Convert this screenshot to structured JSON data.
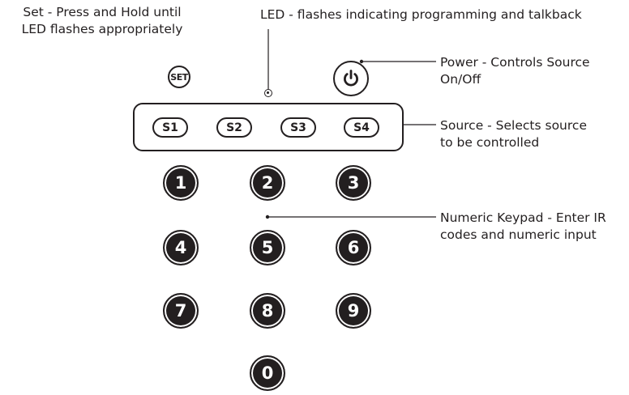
{
  "labels": {
    "set_line1": "Set - Press and Hold until",
    "set_line2": "LED flashes appropriately",
    "led": "LED - flashes indicating programming and talkback",
    "power_line1": "Power - Controls Source",
    "power_line2": "On/Off",
    "source_line1": "Source - Selects source",
    "source_line2": "to be controlled",
    "keypad_line1": "Numeric Keypad - Enter IR",
    "keypad_line2": "codes and numeric input"
  },
  "buttons": {
    "set": "SET",
    "sources": [
      "S1",
      "S2",
      "S3",
      "S4"
    ],
    "keypad": [
      "1",
      "2",
      "3",
      "4",
      "5",
      "6",
      "7",
      "8",
      "9",
      "0"
    ]
  },
  "icons": {
    "power": "power-icon",
    "led": "led-indicator-icon"
  }
}
